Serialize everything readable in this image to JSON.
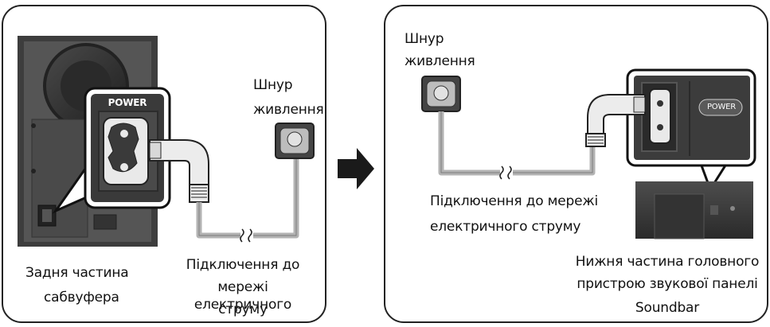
{
  "left_panel": {
    "power_label": "POWER",
    "power_cord_label_line1": "Шнур",
    "power_cord_label_line2": "живлення",
    "subwoofer_label_line1": "Задня частина",
    "subwoofer_label_line2": "сабвуфера",
    "mains_label_line1": "Підключення до",
    "mains_label_line2": "мережі електричного",
    "mains_label_line3": "струму"
  },
  "right_panel": {
    "power_cord_label_line1": "Шнур",
    "power_cord_label_line2": "живлення",
    "mains_label_line1": "Підключення до мережі",
    "mains_label_line2": "електричного струму",
    "power_label": "POWER",
    "soundbar_label_line1": "Нижня частина головного",
    "soundbar_label_line2": "пристрою звукової панелі",
    "soundbar_label_line3": "Soundbar"
  },
  "colors": {
    "panel_border": "#222222",
    "cable": "#b8b8b8",
    "device_dark": "#3a3a3a",
    "arrow": "#1a1a1a"
  }
}
